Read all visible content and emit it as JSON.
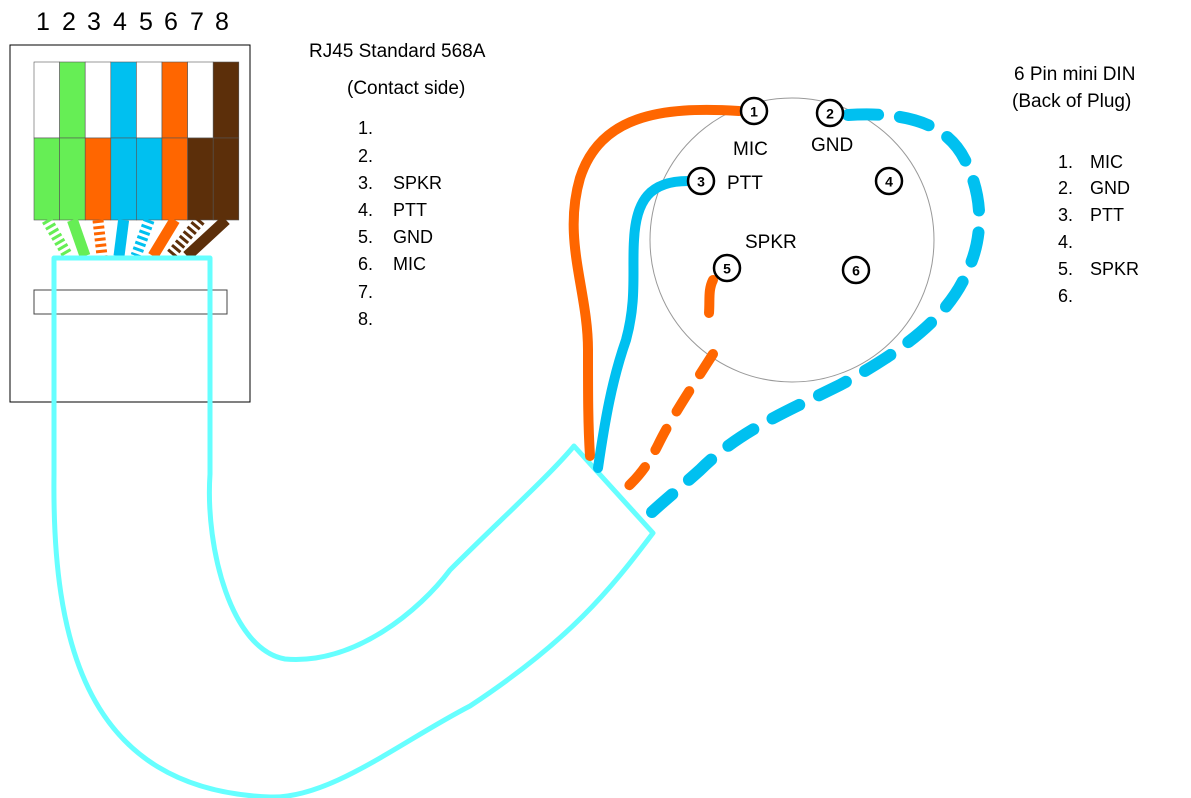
{
  "rj45": {
    "pin_numbers": [
      "1",
      "2",
      "3",
      "4",
      "5",
      "6",
      "7",
      "8"
    ],
    "title": "RJ45 Standard 568A",
    "subtitle": "(Contact side)",
    "pinout": [
      {
        "num": "1.",
        "label": ""
      },
      {
        "num": "2.",
        "label": ""
      },
      {
        "num": "3.",
        "label": "SPKR"
      },
      {
        "num": "4.",
        "label": "PTT"
      },
      {
        "num": "5.",
        "label": "GND"
      },
      {
        "num": "6.",
        "label": "MIC"
      },
      {
        "num": "7.",
        "label": ""
      },
      {
        "num": "8.",
        "label": ""
      }
    ],
    "wire_colors": [
      {
        "top": "#ffffff",
        "bottom": "#66ee55",
        "stripe": "#66ee55"
      },
      {
        "top": "#66ee55",
        "bottom": "#66ee55",
        "stripe": "#66ee55"
      },
      {
        "top": "#ffffff",
        "bottom": "#ff6600",
        "stripe": "#ff6600"
      },
      {
        "top": "#00c0f0",
        "bottom": "#00c0f0",
        "stripe": "#00c0f0"
      },
      {
        "top": "#ffffff",
        "bottom": "#00c0f0",
        "stripe": "#00c0f0"
      },
      {
        "top": "#ff6600",
        "bottom": "#ff6600",
        "stripe": "#ff6600"
      },
      {
        "top": "#ffffff",
        "bottom": "#5c2f0a",
        "stripe": "#5c2f0a"
      },
      {
        "top": "#5c2f0a",
        "bottom": "#5c2f0a",
        "stripe": "#5c2f0a"
      }
    ]
  },
  "din": {
    "title": "6 Pin mini DIN",
    "subtitle": "(Back of Plug)",
    "pinout": [
      {
        "num": "1.",
        "label": "MIC"
      },
      {
        "num": "2.",
        "label": "GND"
      },
      {
        "num": "3.",
        "label": "PTT"
      },
      {
        "num": "4.",
        "label": ""
      },
      {
        "num": "5.",
        "label": "SPKR"
      },
      {
        "num": "6.",
        "label": ""
      }
    ],
    "pins": [
      {
        "num": "1",
        "label": "MIC"
      },
      {
        "num": "2",
        "label": "GND"
      },
      {
        "num": "3",
        "label": "PTT"
      },
      {
        "num": "4",
        "label": ""
      },
      {
        "num": "5",
        "label": "SPKR"
      },
      {
        "num": "6",
        "label": ""
      }
    ]
  },
  "colors": {
    "cable": "#66ffff",
    "orange": "#ff6600",
    "blue": "#00c0f0",
    "green": "#66ee55",
    "brown": "#5c2f0a"
  }
}
